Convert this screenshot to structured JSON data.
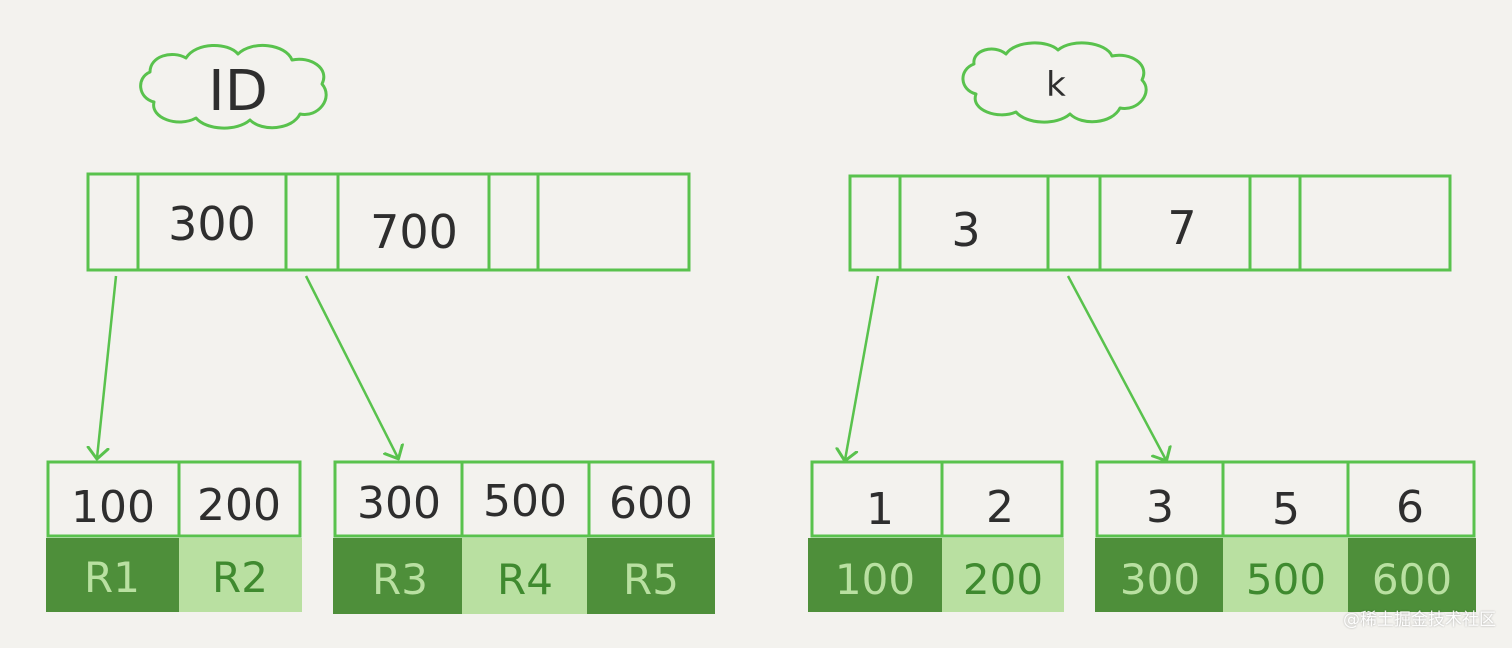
{
  "colors": {
    "background": "#f3f2ee",
    "stroke": "#59c24d",
    "dark_cell": "#4e8f3a",
    "light_cell": "#b9e0a1",
    "text": "#2e2e2e"
  },
  "trees": [
    {
      "label": "ID",
      "root_keys": [
        "300",
        "700"
      ],
      "leaves": [
        {
          "keys": [
            "100",
            "200"
          ],
          "values": [
            "R1",
            "R2"
          ]
        },
        {
          "keys": [
            "300",
            "500",
            "600"
          ],
          "values": [
            "R3",
            "R4",
            "R5"
          ]
        }
      ]
    },
    {
      "label": "k",
      "root_keys": [
        "3",
        "7"
      ],
      "leaves": [
        {
          "keys": [
            "1",
            "2"
          ],
          "values": [
            "100",
            "200"
          ]
        },
        {
          "keys": [
            "3",
            "5",
            "6"
          ],
          "values": [
            "300",
            "500",
            "600"
          ]
        }
      ]
    }
  ],
  "watermark": "@稀土掘金技术社区"
}
